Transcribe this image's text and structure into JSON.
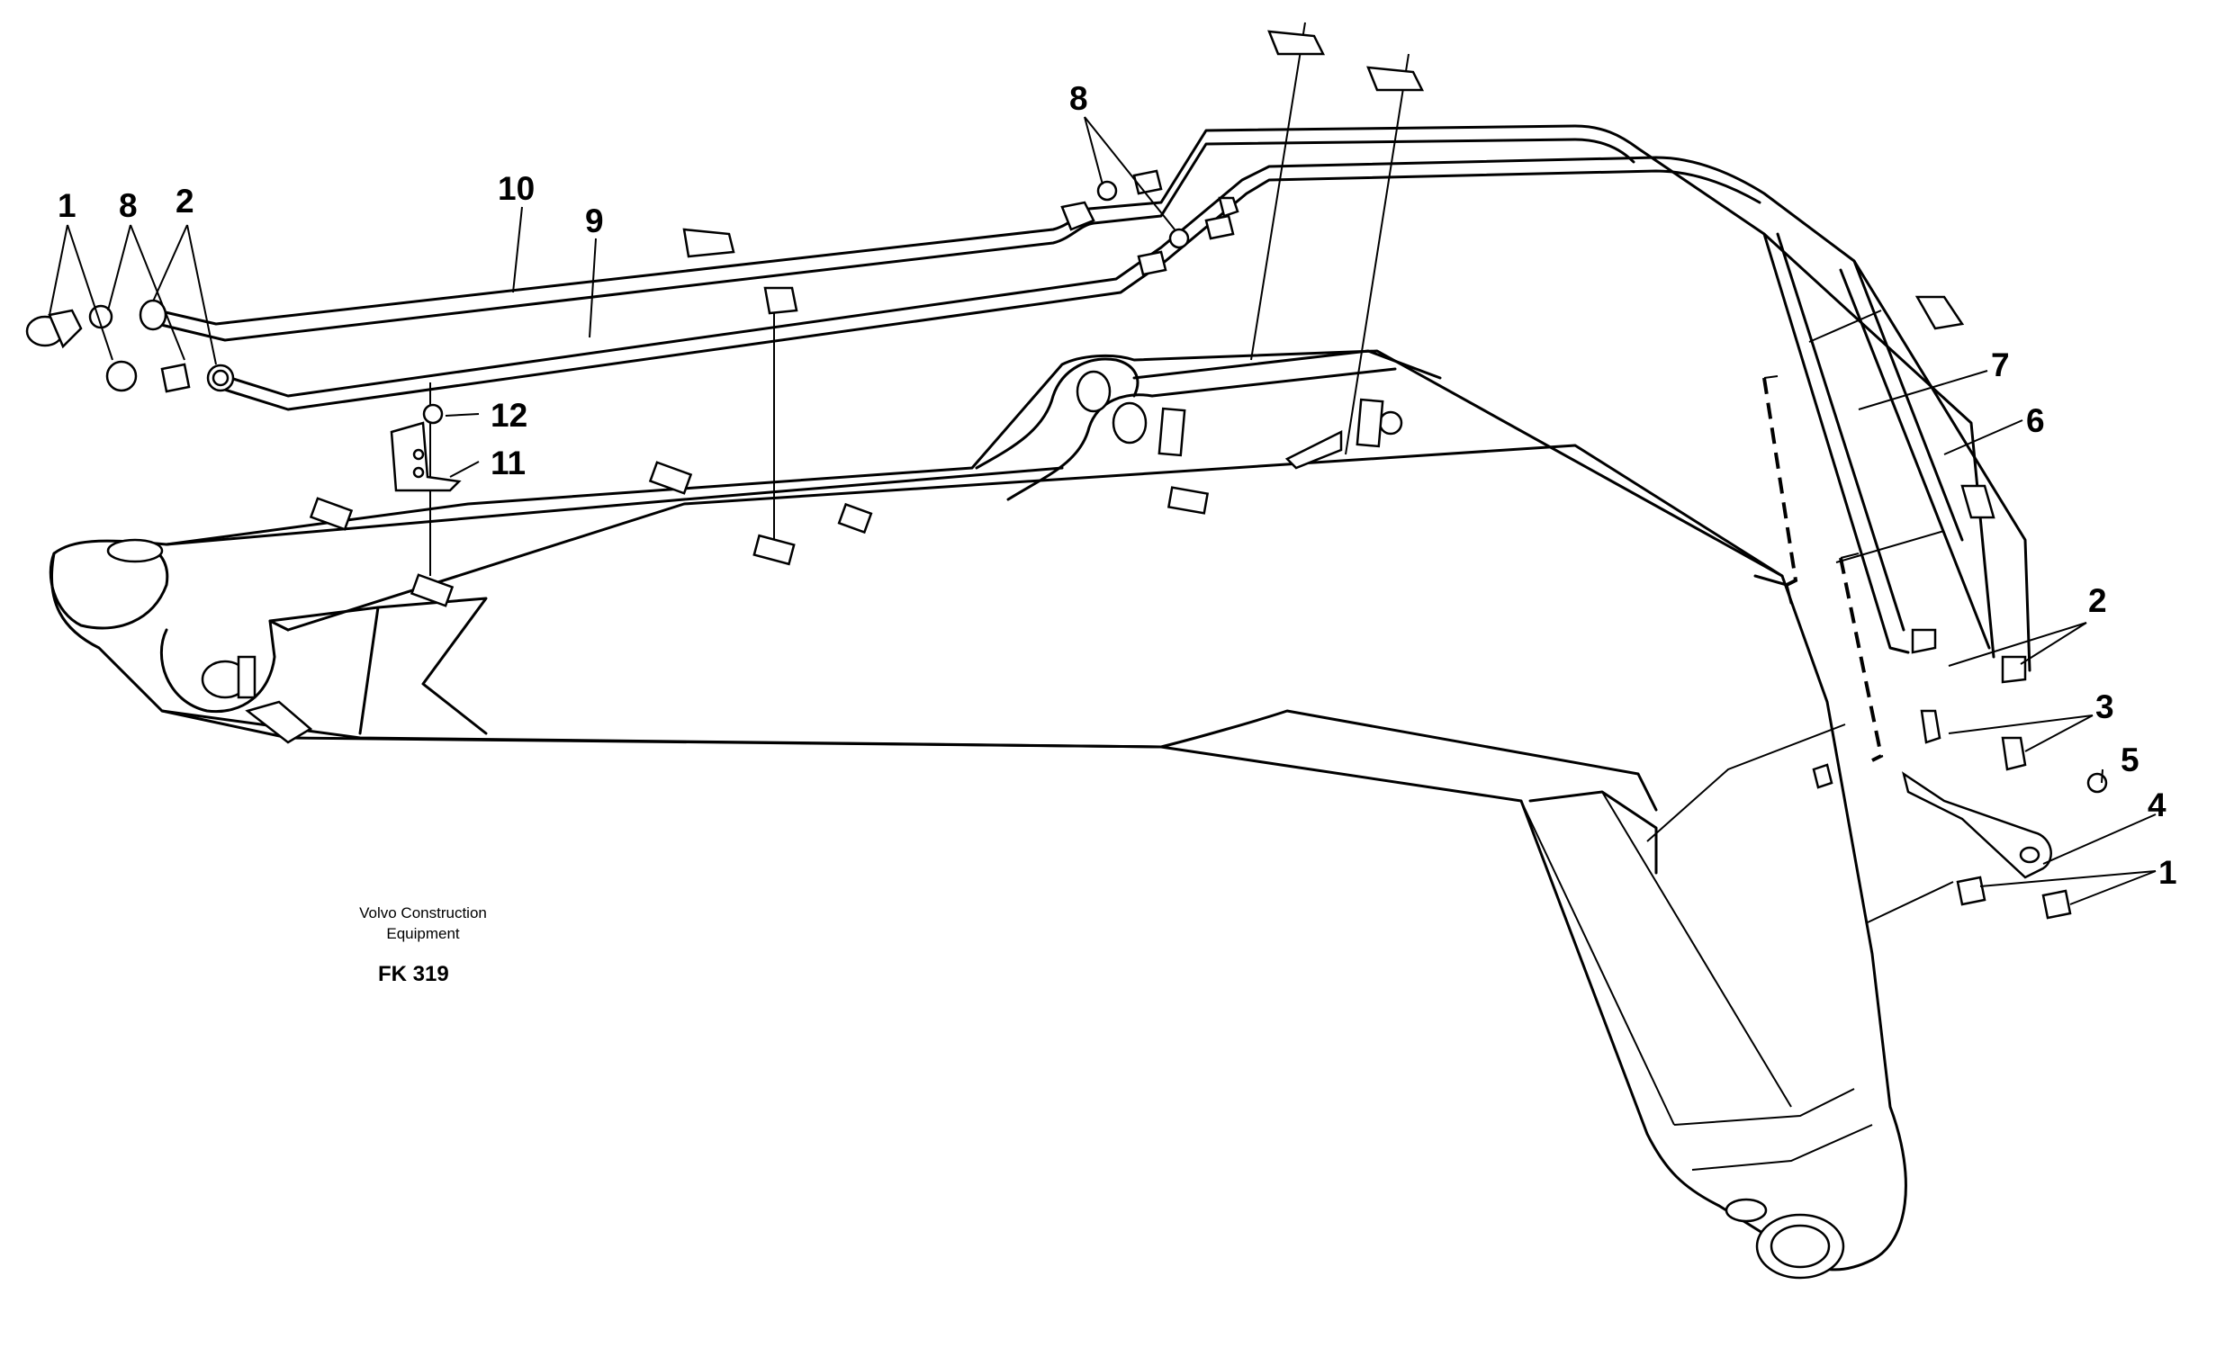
{
  "labels": {
    "l1_left": "1",
    "l8_left": "8",
    "l2_left": "2",
    "l10": "10",
    "l9": "9",
    "l8_top": "8",
    "l12": "12",
    "l11": "11",
    "l7": "7",
    "l6": "6",
    "l2_right": "2",
    "l3": "3",
    "l5": "5",
    "l4": "4",
    "l1_right": "1"
  },
  "caption": {
    "line1": "Volvo Construction",
    "line2": "Equipment",
    "code": "FK 319"
  }
}
